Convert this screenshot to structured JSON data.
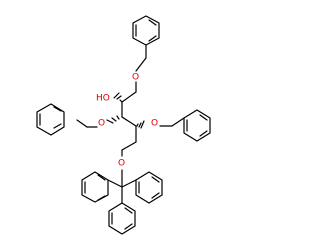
{
  "structure": {
    "atom_labels": [
      "O",
      "HO",
      "O",
      "O",
      "O"
    ],
    "colors": {
      "bond": "#000000",
      "oxygen": "#e00000",
      "background": "#ffffff"
    }
  }
}
